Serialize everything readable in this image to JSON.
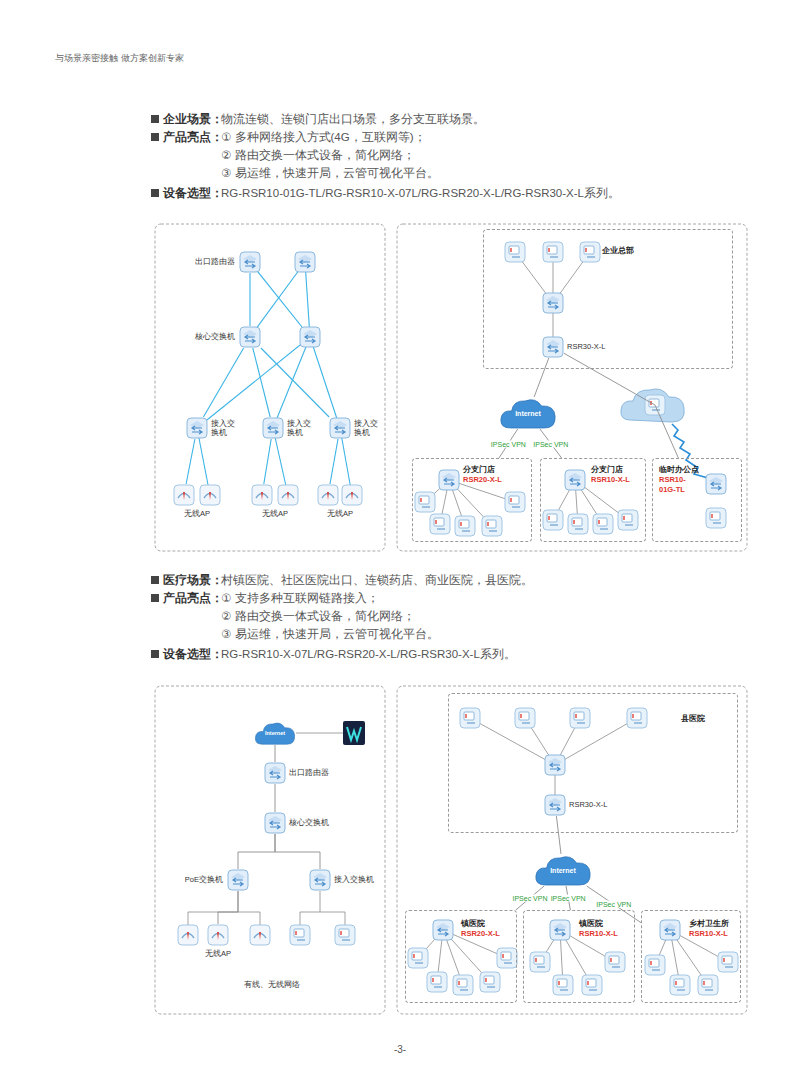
{
  "diagram": {
    "nodes": [
      {
        "text": [
          "出口路由器"
        ]
      },
      {
        "text": [
          "核心交换机"
        ]
      },
      {
        "text": [
          "接入交换机"
        ]
      },
      {
        "text": [
          "接入交换机"
        ]
      },
      {
        "text": [
          "接入交换机"
        ]
      },
      {
        "text": [
          "无线AP"
        ]
      },
      {
        "text": [
          "无线AP"
        ]
      },
      {
        "text": [
          "无线AP"
        ]
      },
      {
        "text": [
          "企业总部"
        ]
      },
      {
        "text": [
          "RSR30-X-L"
        ],
        "in": 8
      },
      {
        "text": [
          "Internet"
        ]
      },
      {
        "text": [
          "分支门店",
          "RSR20-X-L"
        ]
      },
      {
        "text": [
          "分支门店",
          "RSR10-X-L"
        ]
      },
      {
        "text": [
          "临时办公点",
          "RSR10-01G-TL"
        ]
      },
      {
        "text": [
          "Internet"
        ]
      },
      {
        "text": [
          "出口路由器"
        ]
      },
      {
        "text": [
          "核心交换机"
        ]
      },
      {
        "text": [
          "PoE交换机"
        ]
      },
      {
        "text": [
          "接入交换机"
        ]
      },
      {
        "text": [
          "无线AP"
        ]
      },
      {
        "text": [
          "县医院"
        ]
      },
      {
        "text": [
          "RSR30-X-L"
        ],
        "in": 20
      },
      {
        "text": [
          "Internet"
        ]
      },
      {
        "text": [
          "镇医院",
          "RSR20-X-L"
        ]
      },
      {
        "text": [
          "镇医院",
          "RSR10-X-L"
        ]
      },
      {
        "text": [
          "乡村卫生所",
          "RSR10-X-L"
        ]
      }
    ],
    "edges": [
      {
        "from": 0,
        "to": 1,
        "arrow": "none"
      },
      {
        "from": 1,
        "to": 2,
        "arrow": "none"
      },
      {
        "from": 1,
        "to": 3,
        "arrow": "none"
      },
      {
        "from": 1,
        "to": 4,
        "arrow": "none"
      },
      {
        "from": 2,
        "to": 5,
        "arrow": "none"
      },
      {
        "from": 3,
        "to": 6,
        "arrow": "none"
      },
      {
        "from": 4,
        "to": 7,
        "arrow": "none"
      },
      {
        "from": 9,
        "to": 10,
        "arrow": "none"
      },
      {
        "from": 10,
        "to": 11,
        "label": "IPSec VPN",
        "arrow": "none"
      },
      {
        "from": 10,
        "to": 12,
        "label": "IPSec VPN",
        "arrow": "none"
      },
      {
        "from": 9,
        "to": 13,
        "arrow": "none"
      },
      {
        "from": 14,
        "to": 15,
        "arrow": "none"
      },
      {
        "from": 15,
        "to": 16,
        "arrow": "none"
      },
      {
        "from": 16,
        "to": 17,
        "arrow": "none"
      },
      {
        "from": 16,
        "to": 18,
        "arrow": "none"
      },
      {
        "from": 17,
        "to": 19,
        "arrow": "none"
      },
      {
        "from": 21,
        "to": 22,
        "arrow": "none"
      },
      {
        "from": 22,
        "to": 23,
        "label": "IPSec VPN",
        "arrow": "none"
      },
      {
        "from": 22,
        "to": 24,
        "label": "IPSec VPN",
        "arrow": "none"
      },
      {
        "from": 22,
        "to": 25,
        "label": "IPSec VPN",
        "arrow": "none"
      }
    ],
    "labels": [
      "与场景亲密接触 做方案创新专家",
      "企业场景：",
      "物流连锁、连锁门店出口场景，多分支互联场景。",
      "产品亮点：",
      "① 多种网络接入方式(4G，互联网等)；",
      "② 路由交换一体式设备，简化网络；",
      "③ 易运维，快速开局，云管可视化平台。",
      "设备选型：",
      "RG-RSR10-01G-TL/RG-RSR10-X-07L/RG-RSR20-X-L/RG-RSR30-X-L系列。",
      "医疗场景：",
      "村镇医院、社区医院出口、连锁药店、商业医院，县医院。",
      "产品亮点：",
      "① 支持多种互联网链路接入；",
      "② 路由交换一体式设备，简化网络；",
      "③ 易运维，快速开局，云管可视化平台。",
      "设备选型：",
      "RG-RSR10-X-07L/RG-RSR20-X-L/RG-RSR30-X-L系列。",
      "有线、无线网络",
      "-3-"
    ]
  }
}
